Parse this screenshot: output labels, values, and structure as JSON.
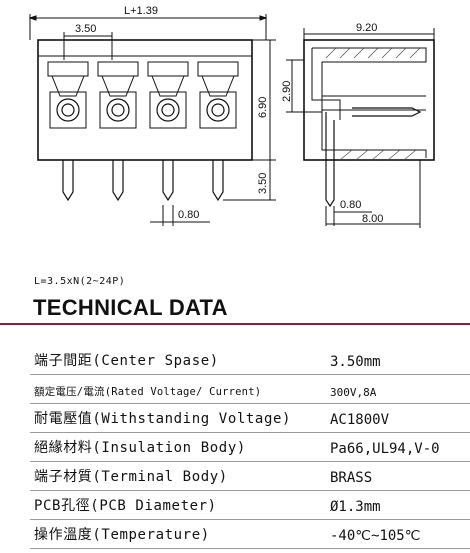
{
  "drawing": {
    "dim_total_width": "L+1.39",
    "dim_pitch": "3.50",
    "dim_height": "6.90",
    "dim_pin_length": "3.50",
    "dim_pin_width": "0.80",
    "dim_side_width": "9.20",
    "dim_side_height": "2.90",
    "dim_side_pin": "0.80",
    "dim_side_depth": "8.00"
  },
  "length_formula": "L=3.5xN(2~24P)",
  "heading": "TECHNICAL DATA",
  "colors": {
    "accent_rule": "#8a1f3c",
    "row_divider": "#9a9a9a"
  },
  "specs": [
    {
      "label": "端子間距(Center Spase)",
      "value": "3.50mm"
    },
    {
      "label": "額定電压/電流(Rated Voltage/ Current)",
      "value": "300V,8A"
    },
    {
      "label": "耐電壓值(Withstanding Voltage)",
      "value": "AC1800V"
    },
    {
      "label": "絕緣材料(Insulation Body)",
      "value": "Pa66,UL94,V-0"
    },
    {
      "label": "端子材質(Terminal Body)",
      "value": "BRASS"
    },
    {
      "label": "PCB孔徑(PCB Diameter)",
      "value": "Ø1.3mm"
    },
    {
      "label": "操作溫度(Temperature)",
      "value": "-40℃~105℃"
    }
  ]
}
